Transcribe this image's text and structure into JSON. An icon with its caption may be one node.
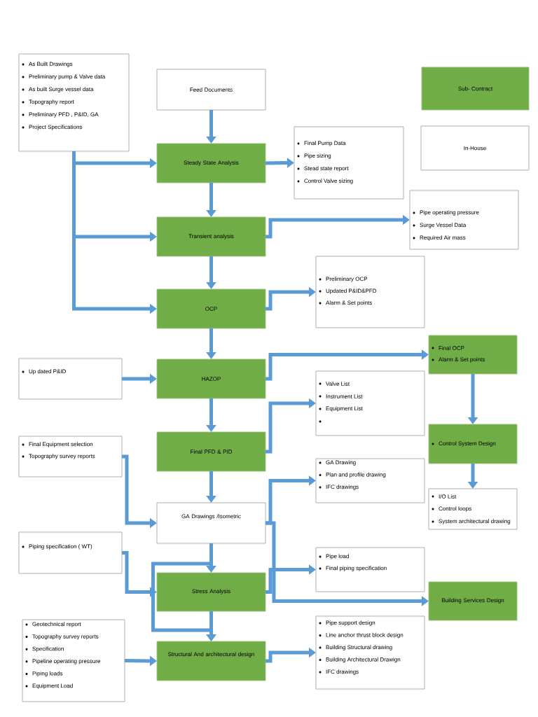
{
  "diagram": {
    "nodes": [
      {
        "text": [
          "As Built Drawings",
          "Preliminary pump & Valve data",
          "As built Surge vessel data",
          "Topography report",
          "Preliminary PFD , P&ID, GA",
          "Project Specifications"
        ]
      },
      {
        "text": [
          "Feed Documents"
        ]
      },
      {
        "text": [
          "Steady State Analysis"
        ]
      },
      {
        "text": [
          "Final Pump Data",
          "Pipe sizing",
          "Stead state report",
          "Control Valve sizing"
        ]
      },
      {
        "text": [
          "Transient analysis"
        ]
      },
      {
        "text": [
          "Pipe operating pressure",
          "Surge Vessel Data",
          "Required Air mass"
        ]
      },
      {
        "text": [
          "OCP"
        ]
      },
      {
        "text": [
          "Preliminary OCP",
          "Updated P&ID&PFD",
          "Alarm & Set points"
        ]
      },
      {
        "text": [
          "Up dated P&ID"
        ]
      },
      {
        "text": [
          "HAZOP"
        ]
      },
      {
        "text": [
          "Final OCP",
          "Alarm & Set points"
        ]
      },
      {
        "text": [
          "Valve List",
          "Instrument List",
          "Equipment List"
        ]
      },
      {
        "text": [
          "Final PFD & PID"
        ]
      },
      {
        "text": [
          "Control System Design"
        ]
      },
      {
        "text": [
          "Final Equipment selection",
          "Topography survey reports"
        ]
      },
      {
        "text": [
          "GA Drawing",
          "Plan and profile drawing",
          "IFC drawings"
        ]
      },
      {
        "text": [
          "GA Drawings /Isometric"
        ]
      },
      {
        "text": [
          "I/O List",
          "Control loops",
          "System architectural drawing"
        ]
      },
      {
        "text": [
          "Piping specification ( WT)"
        ]
      },
      {
        "text": [
          "Stress Analysis"
        ]
      },
      {
        "text": [
          "Pipe load",
          "Final piping specification"
        ]
      },
      {
        "text": [
          "Building Services Design"
        ]
      },
      {
        "text": [
          "Geotechnical report",
          "Topography survey reports",
          "Specification",
          "Pipeline operating pressure",
          "Piping loads",
          "Equipment Load"
        ]
      },
      {
        "text": [
          "Structural And architectural design"
        ]
      },
      {
        "text": [
          "Pipe support design",
          "Line anchor thrust block design",
          "Building Structural drawing",
          "Building Architectural Drawign",
          "IFC drawings"
        ]
      }
    ],
    "edges": [
      {
        "from": 1,
        "to": 2,
        "arrow": "to"
      },
      {
        "from": 0,
        "to": 2,
        "arrow": "to"
      },
      {
        "from": 0,
        "to": 4,
        "arrow": "to"
      },
      {
        "from": 0,
        "to": 6,
        "arrow": "to"
      },
      {
        "from": 2,
        "to": 3,
        "arrow": "to"
      },
      {
        "from": 2,
        "to": 4,
        "arrow": "to"
      },
      {
        "from": 4,
        "to": 5,
        "arrow": "to"
      },
      {
        "from": 4,
        "to": 6,
        "arrow": "to"
      },
      {
        "from": 6,
        "to": 7,
        "arrow": "to"
      },
      {
        "from": 6,
        "to": 9,
        "arrow": "to"
      },
      {
        "from": 8,
        "to": 9,
        "arrow": "to"
      },
      {
        "from": 9,
        "to": 10,
        "arrow": "to"
      },
      {
        "from": 9,
        "to": 12,
        "arrow": "to"
      },
      {
        "from": 12,
        "to": 11,
        "arrow": "to"
      },
      {
        "from": 10,
        "to": 13,
        "arrow": "to"
      },
      {
        "from": 13,
        "to": 17,
        "arrow": "to"
      },
      {
        "from": 12,
        "to": 16,
        "arrow": "to"
      },
      {
        "from": 14,
        "to": 16,
        "arrow": "to"
      },
      {
        "from": 16,
        "to": 15,
        "arrow": "to"
      },
      {
        "from": 16,
        "to": 19,
        "arrow": "to"
      },
      {
        "from": 16,
        "to": 21,
        "arrow": "to"
      },
      {
        "from": 16,
        "to": 23,
        "arrow": "to"
      },
      {
        "from": 18,
        "to": 19,
        "arrow": "to"
      },
      {
        "from": 19,
        "to": 20,
        "arrow": "to"
      },
      {
        "from": 19,
        "to": 23,
        "arrow": "to"
      },
      {
        "from": 22,
        "to": 23,
        "arrow": "to"
      },
      {
        "from": 23,
        "to": 24,
        "arrow": "to"
      }
    ],
    "legend": [
      {
        "text": "Sub- Contract",
        "color": "#70ad47"
      },
      {
        "text": "In-House"
      }
    ]
  }
}
